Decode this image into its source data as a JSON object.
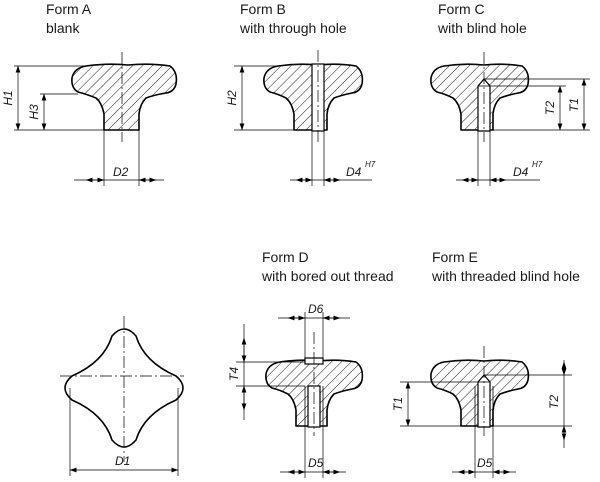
{
  "forms": [
    {
      "title": "Form A",
      "subtitle": "blank",
      "dims": {
        "h1": "H1",
        "h3": "H3",
        "d2": "D2"
      }
    },
    {
      "title": "Form B",
      "subtitle": "with through hole",
      "dims": {
        "h2": "H2",
        "d4": "D4",
        "d4_tol": "H7"
      }
    },
    {
      "title": "Form C",
      "subtitle": "with blind hole",
      "dims": {
        "t2": "T2",
        "t1": "T1",
        "d4": "D4",
        "d4_tol": "H7"
      }
    },
    {
      "title": "Form D",
      "subtitle": "with bored out thread",
      "dims": {
        "d6": "D6",
        "t4": "T4",
        "d5": "D5"
      }
    },
    {
      "title": "Form E",
      "subtitle": "with threaded blind hole",
      "dims": {
        "t1": "T1",
        "t2": "T2",
        "d5": "D5"
      }
    }
  ],
  "top_view": {
    "d1": "D1"
  }
}
